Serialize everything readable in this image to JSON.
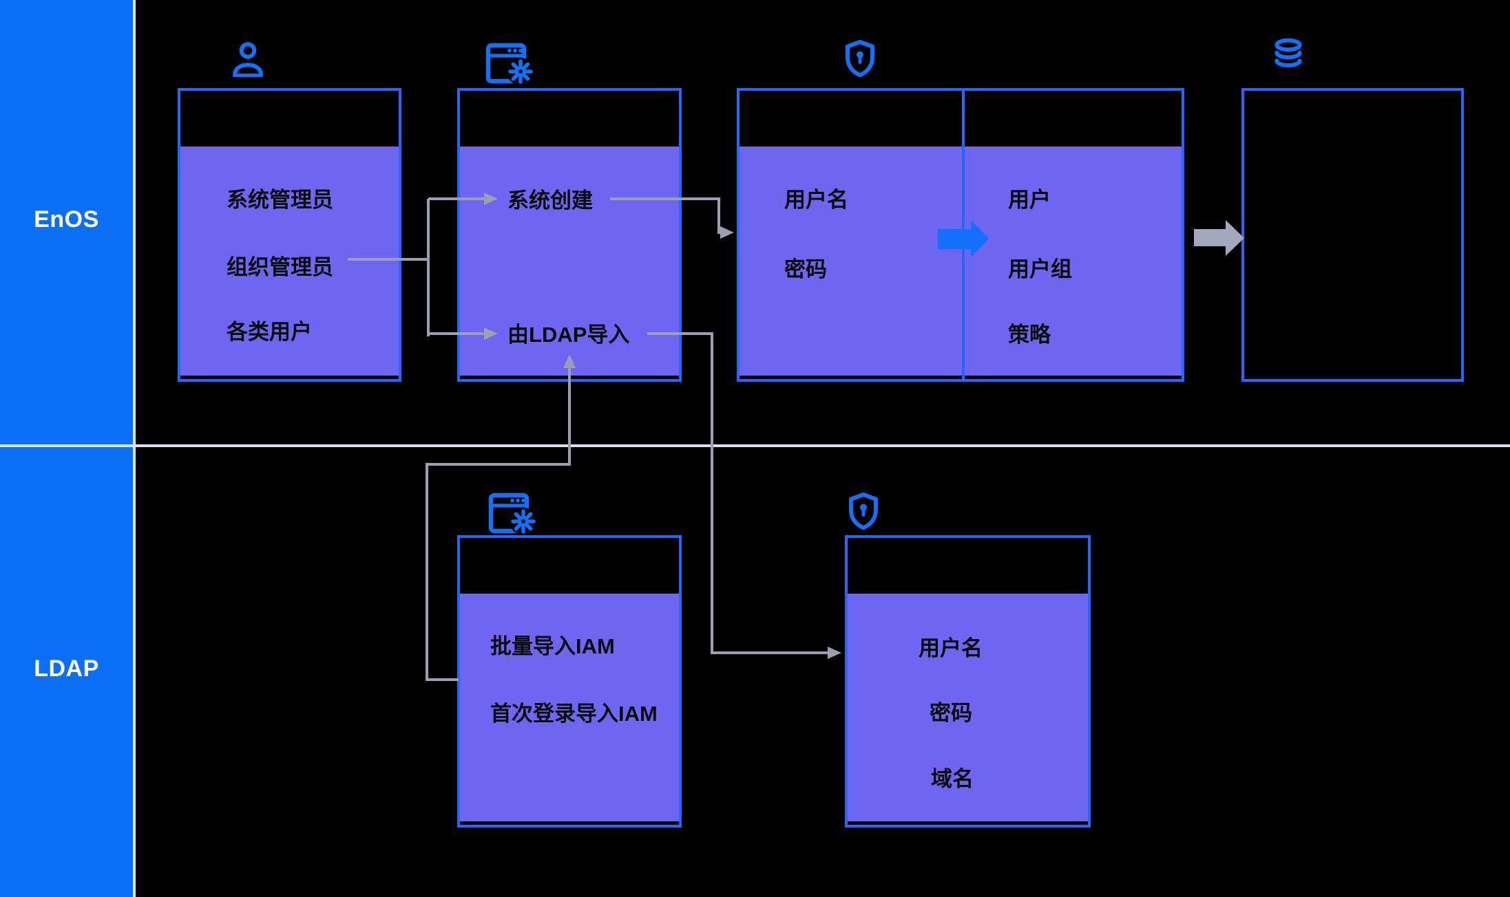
{
  "sidebar": {
    "sections": [
      {
        "label": "EnOS"
      },
      {
        "label": "LDAP"
      }
    ]
  },
  "enos": {
    "users_box": {
      "icon": "person-icon",
      "items": [
        "系统管理员",
        "组织管理员",
        "各类用户"
      ]
    },
    "creation_box": {
      "icon": "app-window-gear-icon",
      "items": [
        "系统创建",
        "由LDAP导入"
      ]
    },
    "iam_box": {
      "icon": "shield-keyhole-icon",
      "credentials": [
        "用户名",
        "密码"
      ],
      "entities": [
        "用户",
        "用户组",
        "策略"
      ]
    },
    "storage_box": {
      "icon": "database-icon"
    }
  },
  "ldap": {
    "import_box": {
      "icon": "app-window-gear-icon",
      "items": [
        "批量导入IAM",
        "首次登录导入IAM"
      ]
    },
    "account_box": {
      "icon": "shield-keyhole-icon",
      "items": [
        "用户名",
        "密码",
        "域名"
      ]
    }
  },
  "colors": {
    "background": "#000000",
    "sidebar_blue": "#0b70f5",
    "box_border_blue": "#2268fb",
    "purple_fill": "#6e66f0",
    "icon_blue": "#1271f5",
    "connector_gray": "#9aa0b2",
    "thick_arrow_gray": "#a3a9bd",
    "thick_arrow_blue": "#146ffa",
    "divider_light": "#e0e1eb",
    "text_dark": "#0a0a0a",
    "label_white": "#ffffff"
  }
}
